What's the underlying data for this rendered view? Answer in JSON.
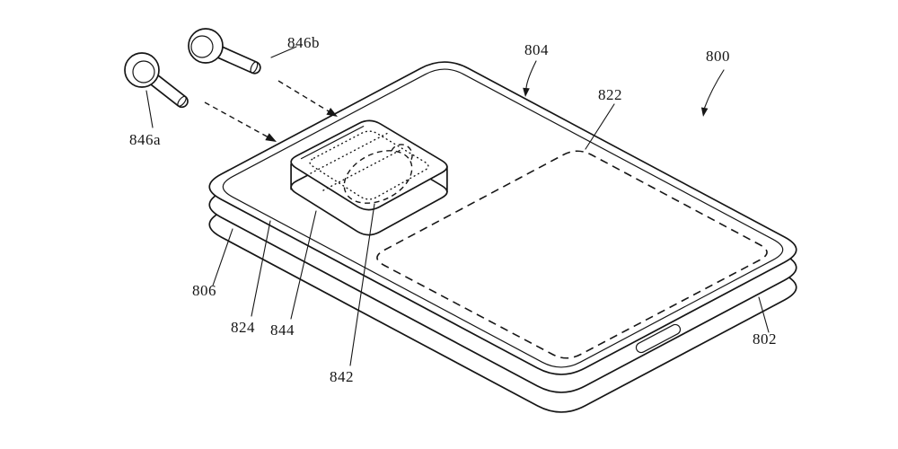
{
  "figure": {
    "background_color": "#ffffff",
    "line_color": "#161616",
    "reference_labels": [
      {
        "text": "846b"
      },
      {
        "text": "846a"
      },
      {
        "text": "804"
      },
      {
        "text": "800"
      },
      {
        "text": "822"
      },
      {
        "text": "806"
      },
      {
        "text": "824"
      },
      {
        "text": "844"
      },
      {
        "text": "842"
      },
      {
        "text": "802"
      }
    ]
  }
}
